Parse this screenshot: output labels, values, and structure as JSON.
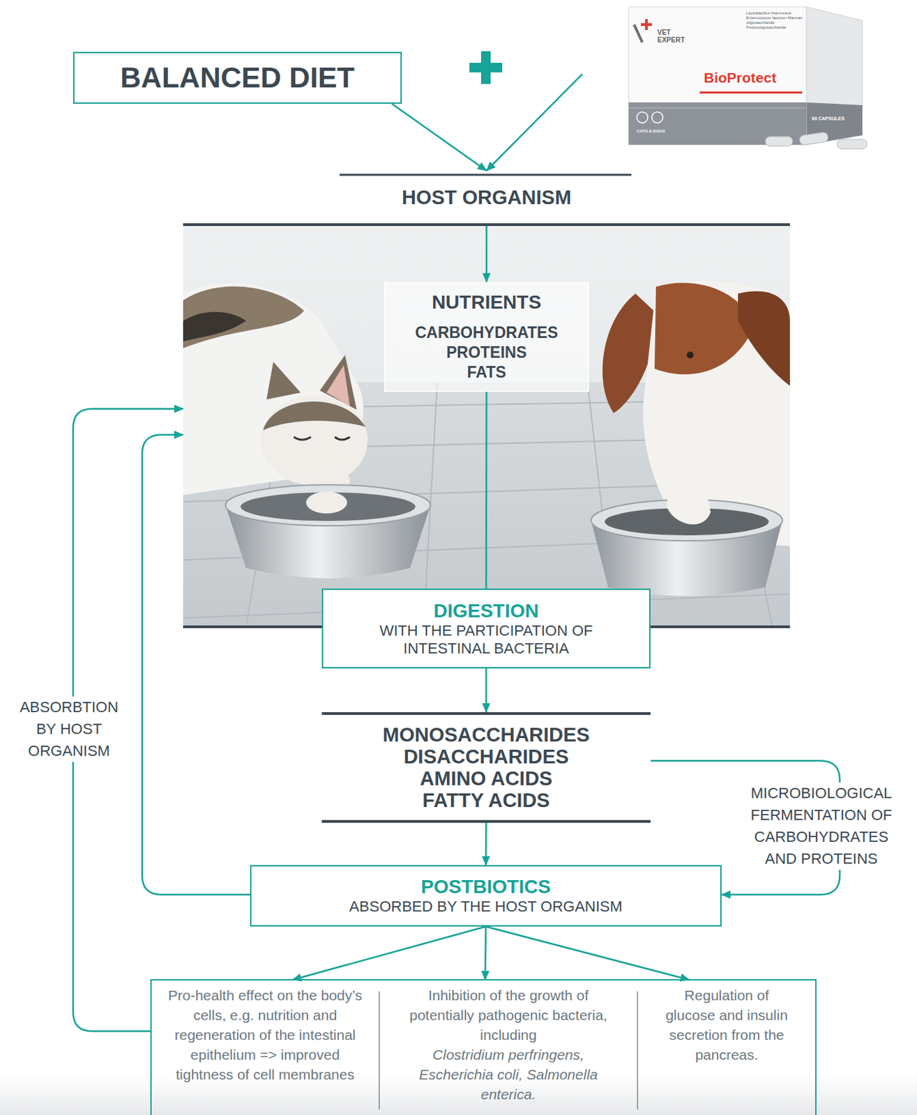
{
  "diagram": {
    "nodes": [
      {
        "text": [
          "BALANCED DIET"
        ]
      },
      {
        "text": [
          "VET EXPERT",
          "BioProtect",
          "Lactobacillus rhamnosus Enterococcus faecium Mannan oligosaccharide Fructooligosaccharide",
          "CATS & DOGS",
          "60 CAPSULES"
        ]
      },
      {
        "text": [
          "HOST ORGANISM"
        ]
      },
      {
        "text": [
          "NUTRIENTS",
          "CARBOHYDRATES",
          "PROTEINS",
          "FATS"
        ],
        "in": 2
      },
      {
        "text": [
          "DIGESTION",
          "WITH THE PARTICIPATION OF INTESTINAL BACTERIA"
        ]
      },
      {
        "text": [
          "MONOSACCHARIDES",
          "DISACCHARIDES",
          "AMINO ACIDS",
          "FATTY ACIDS"
        ]
      },
      {
        "text": [
          "POSTBIOTICS",
          "ABSORBED BY THE HOST ORGANISM"
        ]
      },
      {
        "text": [
          "Pro-health effect on the body’s cells, e.g. nutrition and regeneration of the intestinal epithelium => improved tightness of cell membranes"
        ]
      },
      {
        "text": [
          "Inhibition of the growth of potentially pathogenic bacteria, including",
          "Clostridium perfringens, Escherichia coli, Salmonella enterica."
        ]
      },
      {
        "text": [
          "Regulation of glucose and insulin secretion from the pancreas."
        ]
      }
    ],
    "edges": [
      {
        "from": 0,
        "to": 2,
        "arrow": "to"
      },
      {
        "from": 1,
        "to": 2,
        "arrow": "to"
      },
      {
        "from": 2,
        "to": 3,
        "arrow": "to"
      },
      {
        "from": 3,
        "to": 4,
        "arrow": "none"
      },
      {
        "from": 4,
        "to": 5,
        "arrow": "to"
      },
      {
        "from": 5,
        "to": 6,
        "arrow": "to"
      },
      {
        "from": 5,
        "to": 6,
        "label": "MICROBIOLOGICAL FERMENTATION OF CARBOHYDRATES AND PROTEINS",
        "arrow": "to"
      },
      {
        "from": 6,
        "to": 2,
        "arrow": "to"
      },
      {
        "from": 6,
        "to": 7,
        "arrow": "to"
      },
      {
        "from": 6,
        "to": 8,
        "arrow": "to"
      },
      {
        "from": 6,
        "to": 9,
        "arrow": "to"
      },
      {
        "from": 7,
        "to": 2,
        "label": "ABSORBTION BY HOST ORGANISM",
        "arrow": "to"
      }
    ]
  }
}
